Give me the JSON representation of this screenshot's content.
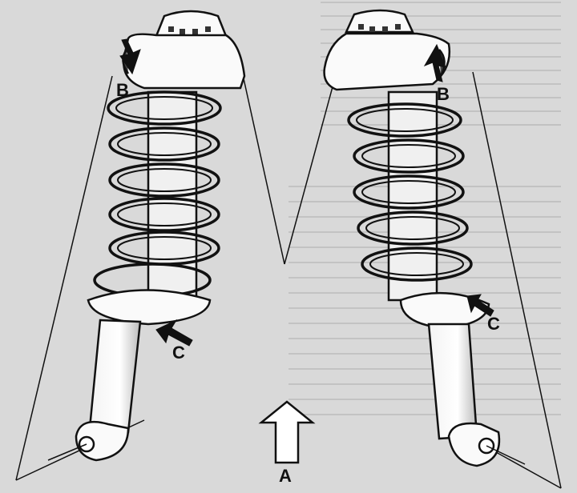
{
  "labels": {
    "b": "B",
    "c": "C",
    "a": "A"
  },
  "colors": {
    "ink": "#111111",
    "paper": "#d9d9d9",
    "faded_text": "#8a8a8a"
  }
}
